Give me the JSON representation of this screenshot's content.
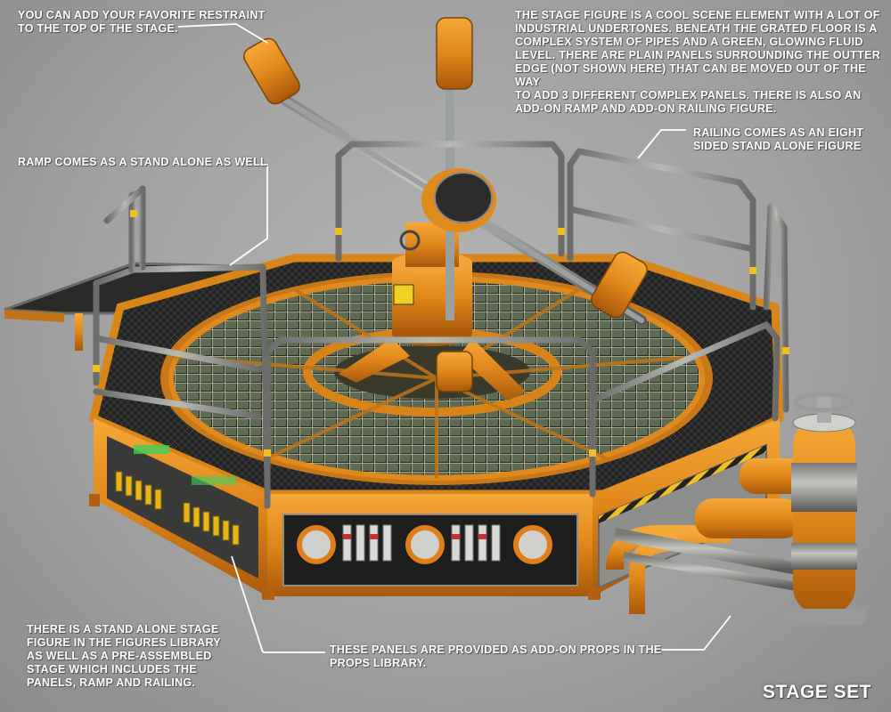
{
  "notes": {
    "restraint": "YOU CAN ADD YOUR FAVORITE RESTRAINT\nTO THE TOP OF THE STAGE.",
    "stage_figure": "THE STAGE FIGURE IS A COOL SCENE ELEMENT WITH A LOT OF\nINDUSTRIAL UNDERTONES.  BENEATH THE GRATED FLOOR IS A\nCOMPLEX SYSTEM OF PIPES AND A GREEN, GLOWING FLUID\nLEVEL.  THERE ARE PLAIN PANELS SURROUNDING THE OUTTER\nEDGE (NOT SHOWN HERE) THAT CAN BE MOVED OUT OF THE WAY\nTO ADD 3 DIFFERENT COMPLEX PANELS.  THERE IS ALSO AN\nADD-ON RAMP AND ADD-ON RAILING FIGURE.",
    "railing": "RAILING COMES AS AN EIGHT\nSIDED STAND ALONE FIGURE",
    "ramp": "RAMP COMES AS A STAND ALONE AS WELL",
    "library": "THERE IS A STAND ALONE STAGE\nFIGURE IN THE FIGURES LIBRARY\nAS WELL AS A PRE-ASSEMBLED\nSTAGE WHICH INCLUDES THE\nPANELS, RAMP AND RAILING.",
    "props": "THESE PANELS ARE PROVIDED AS ADD-ON PROPS IN THE\nPROPS LIBRARY."
  },
  "footer": {
    "title": "STAGE SET"
  },
  "colors": {
    "background": "#a6a6a6",
    "orange": "#e8921c",
    "orange_dark": "#b0600c",
    "rail_grey": "#8a8a88",
    "floor_black": "#1c1c1c",
    "grate_metal": "#cfc8b0",
    "glow_green": "#48c848",
    "note_text": "#ffffff"
  }
}
